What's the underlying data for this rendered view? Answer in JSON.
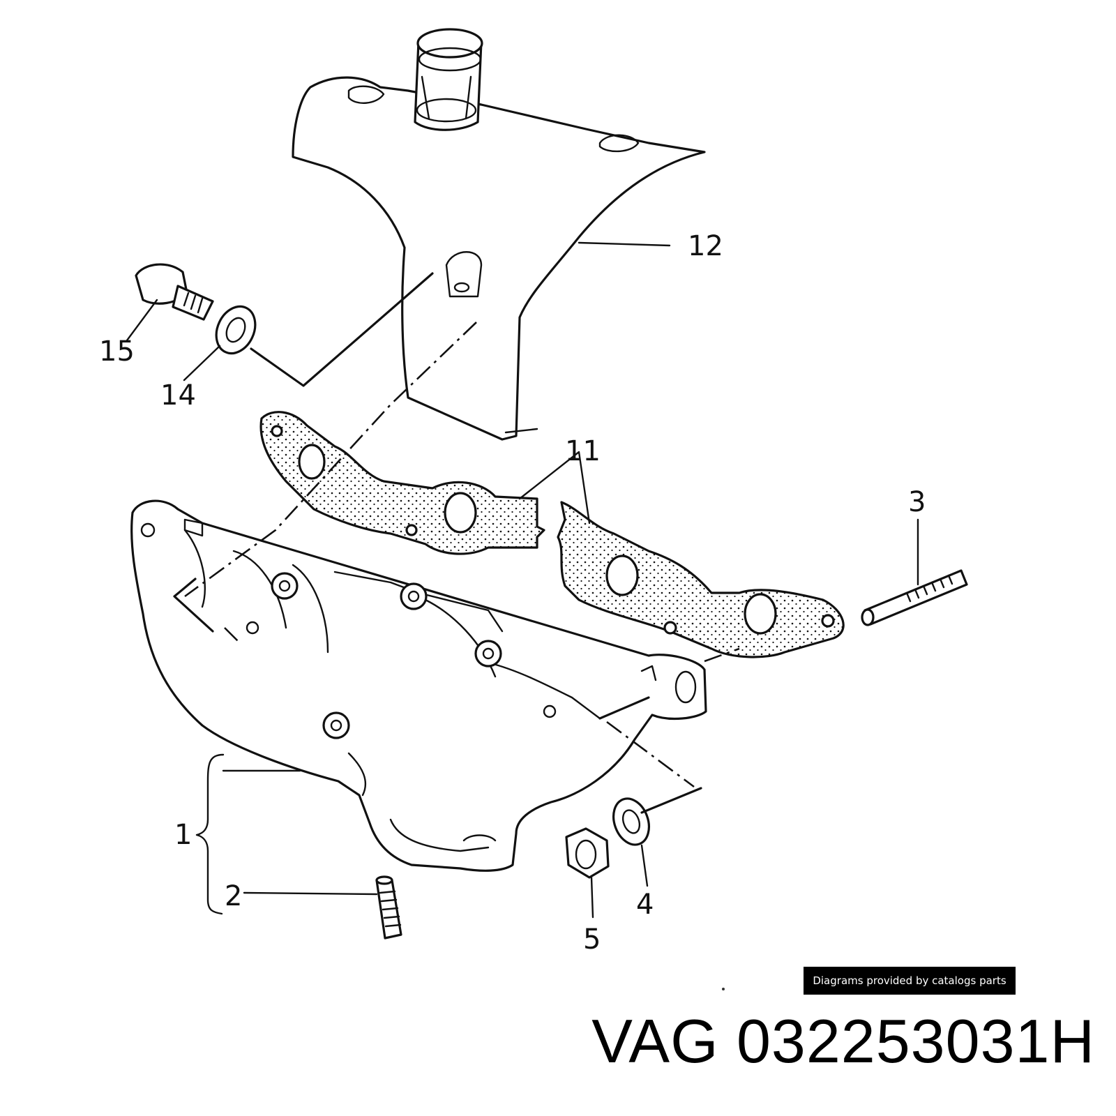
{
  "callouts": {
    "c1": "1",
    "c2": "2",
    "c3": "3",
    "c4": "4",
    "c5": "5",
    "c11": "11",
    "c12": "12",
    "c14": "14",
    "c15": "15"
  },
  "credit": "Diagrams provided by catalogs parts",
  "part_number": "VAG 032253031H"
}
